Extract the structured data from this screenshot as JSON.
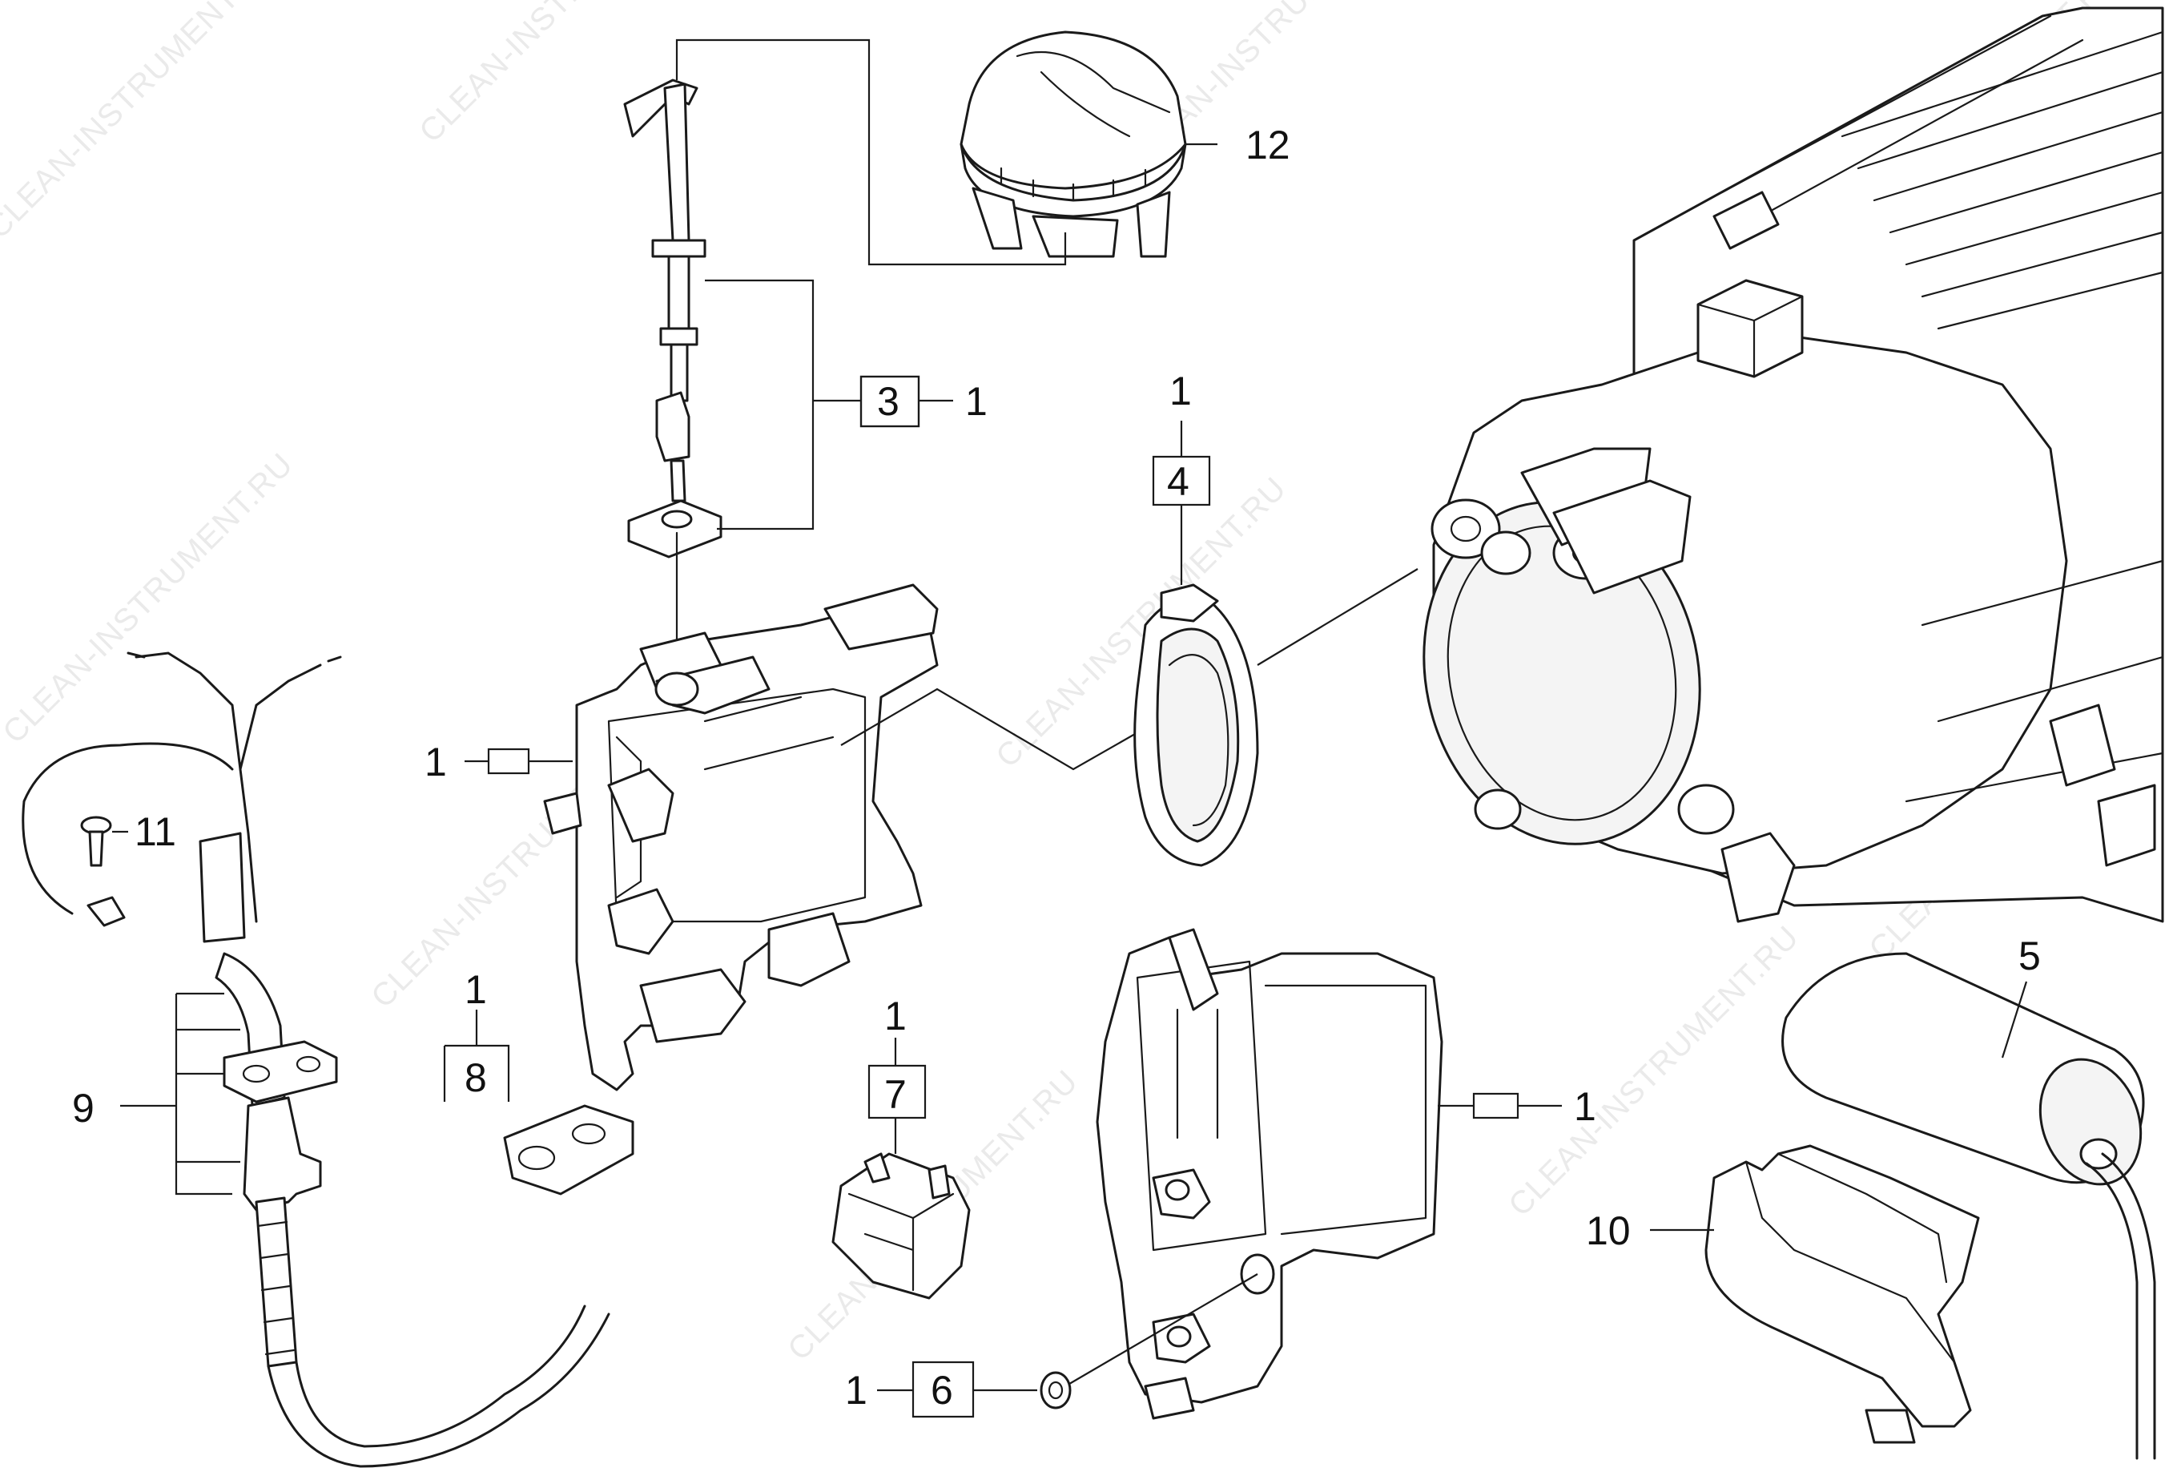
{
  "watermark": "CLEAN-INSTRUMENT.RU",
  "colors": {
    "ink": "#1a1a1a",
    "background": "#ffffff",
    "watermark": "#d9d9d9"
  },
  "callouts": {
    "c1a": "1",
    "c1b": "1",
    "c1c": "1",
    "c1d": "1",
    "c1e": "1",
    "c1f": "1",
    "c1g": "1",
    "c3": "3",
    "c4": "4",
    "c5": "5",
    "c6": "6",
    "c7": "7",
    "c8": "8",
    "c9": "9",
    "c10": "10",
    "c11": "11",
    "c12": "12"
  }
}
